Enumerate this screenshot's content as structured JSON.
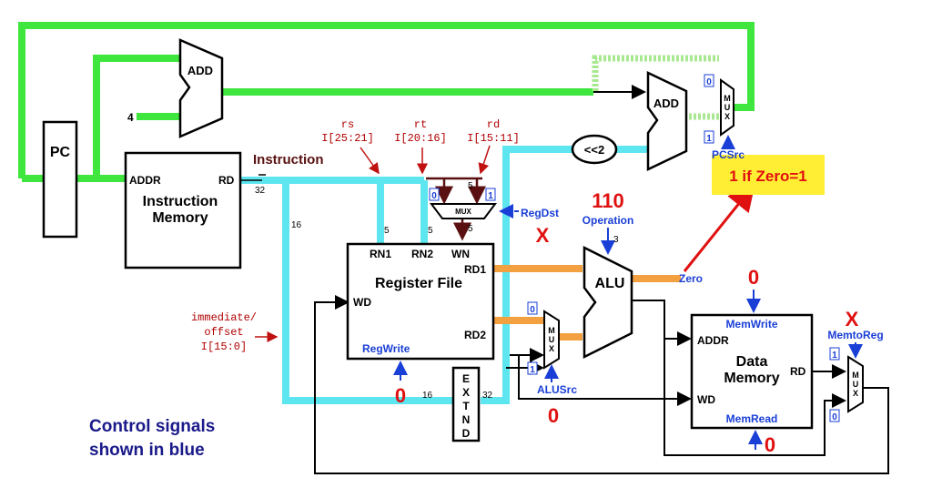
{
  "blocks": {
    "pc": "PC",
    "add_top": "ADD",
    "add_right": "ADD",
    "shift": "<<2",
    "imem_title1": "Instruction",
    "imem_title2": "Memory",
    "imem_addr": "ADDR",
    "imem_rd": "RD",
    "regfile_title": "Register File",
    "rf_rn1": "RN1",
    "rf_rn2": "RN2",
    "rf_wn": "WN",
    "rf_rd1": "RD1",
    "rf_rd2": "RD2",
    "rf_wd": "WD",
    "alu": "ALU",
    "dmem_title1": "Data",
    "dmem_title2": "Memory",
    "dmem_addr": "ADDR",
    "dmem_wd": "WD",
    "dmem_rd": "RD",
    "extend_letters": [
      "E",
      "X",
      "T",
      "N",
      "D"
    ],
    "mux_letters": [
      "M",
      "U",
      "X"
    ],
    "mux_regdst": "MUX"
  },
  "labels": {
    "instruction": "Instruction",
    "four": "4",
    "rs": "rs",
    "rs_field": "I[25:21]",
    "rt": "rt",
    "rt_field": "I[20:16]",
    "rd": "rd",
    "rd_field": "I[15:11]",
    "imm1": "immediate/",
    "imm2": "offset",
    "imm3": "I[15:0]",
    "bus32a": "32",
    "bus16": "16",
    "bus5a": "5",
    "bus5b": "5",
    "bus5c": "5",
    "bus5d": "5",
    "bus16b": "16",
    "bus32b": "32",
    "bus3": "3",
    "zero": "Zero"
  },
  "control": {
    "regdst": "RegDst",
    "regwrite": "RegWrite",
    "alusrc": "ALUSrc",
    "operation": "Operation",
    "memwrite": "MemWrite",
    "memread": "MemRead",
    "memtoreg": "MemtoReg",
    "pcsrc": "PCSrc",
    "mux_in0": "0",
    "mux_in1": "1"
  },
  "values": {
    "operation": "110",
    "regdst": "X",
    "regwrite": "0",
    "alusrc": "0",
    "memwrite": "0",
    "memread": "0",
    "memtoreg": "X",
    "pcsrc_note": "1 if Zero=1"
  },
  "caption": {
    "line1": "Control signals",
    "line2": "shown in blue"
  },
  "colors": {
    "pc_path": "#3ee63e",
    "instr_path": "#5ee6f0",
    "alu_path": "#f2a040",
    "control": "#1a3fd6",
    "value": "#e01010",
    "note_bg": "#ffee33"
  }
}
